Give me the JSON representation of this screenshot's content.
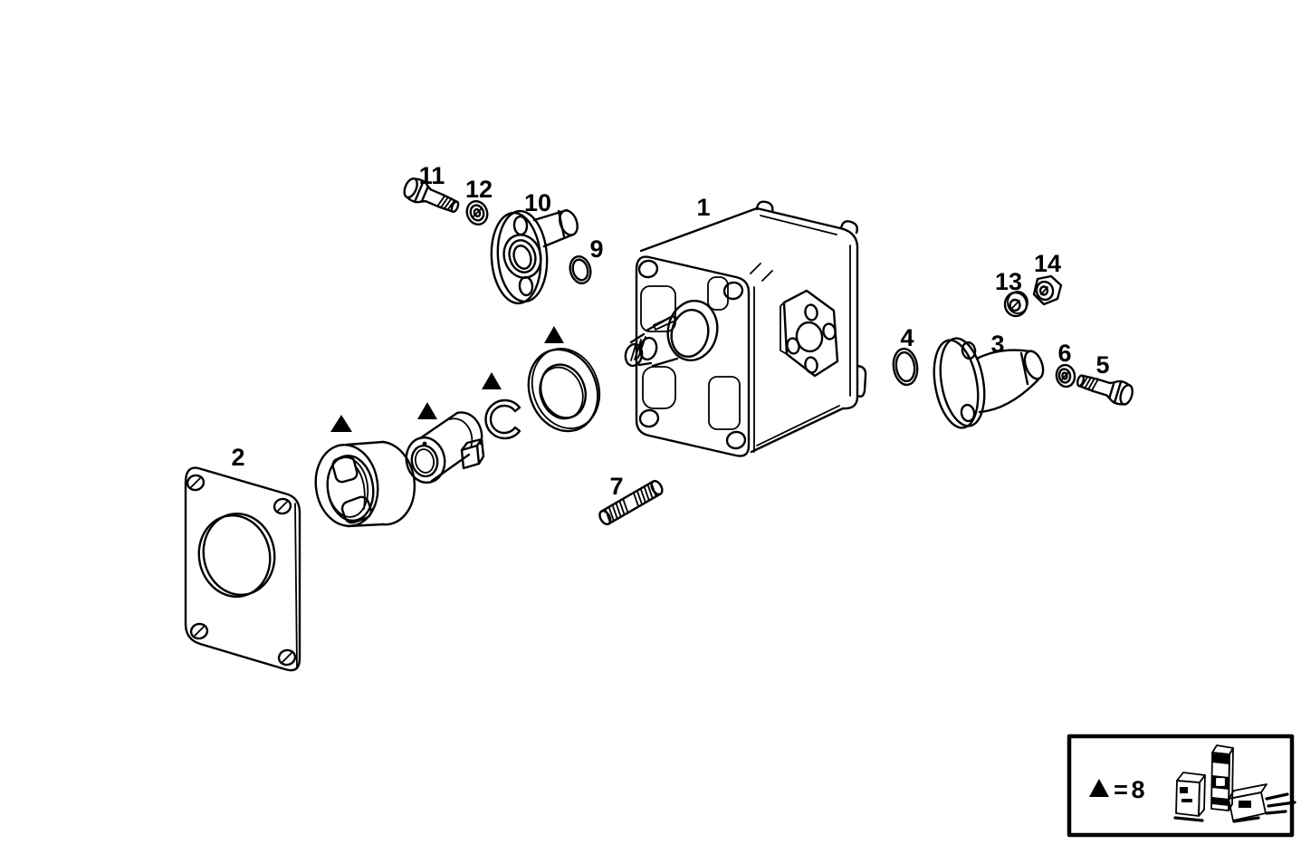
{
  "page": {
    "background_color": "#ffffff",
    "ink_color": "#000000"
  },
  "callouts": {
    "part1": "1",
    "part2": "2",
    "part3": "3",
    "part4": "4",
    "part5": "5",
    "part6": "6",
    "part7": "7",
    "part9": "9",
    "part10": "10",
    "part11": "11",
    "part12": "12",
    "part13": "13",
    "part14": "14"
  },
  "legend": {
    "marker_symbol": "▲",
    "equals": "=",
    "kit_number": "8"
  }
}
